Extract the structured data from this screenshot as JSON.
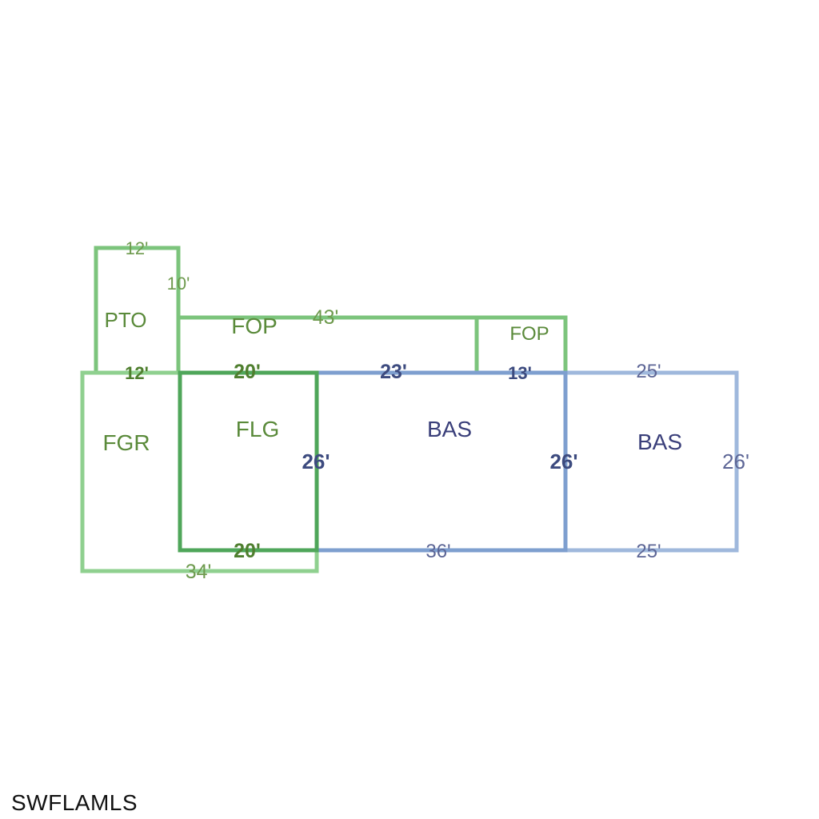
{
  "areas": {
    "pto": "PTO",
    "fop_left": "FOP",
    "fop_right": "FOP",
    "fgr": "FGR",
    "flg": "FLG",
    "bas_center": "BAS",
    "bas_right": "BAS"
  },
  "dimensions": {
    "pto_top": "12'",
    "pto_side": "10'",
    "pto_bottom": "12'",
    "fop_top": "43'",
    "flg_top": "20'",
    "bas_top": "23'",
    "fop_right_bottom": "13'",
    "bas_right_top": "25'",
    "flg_bas_side": "26'",
    "bas_center_side": "26'",
    "bas_right_side": "26'",
    "flg_bottom": "20'",
    "bas_bottom": "36'",
    "bas_right_bottom": "25'",
    "fgr_bottom": "34'"
  },
  "colors": {
    "green_line": "#7cc47c",
    "green_line_dark": "#4fa65a",
    "blue_line": "#9fb8dc",
    "blue_line_dark": "#6f8fbf"
  },
  "watermark": "SWFLAMLS"
}
